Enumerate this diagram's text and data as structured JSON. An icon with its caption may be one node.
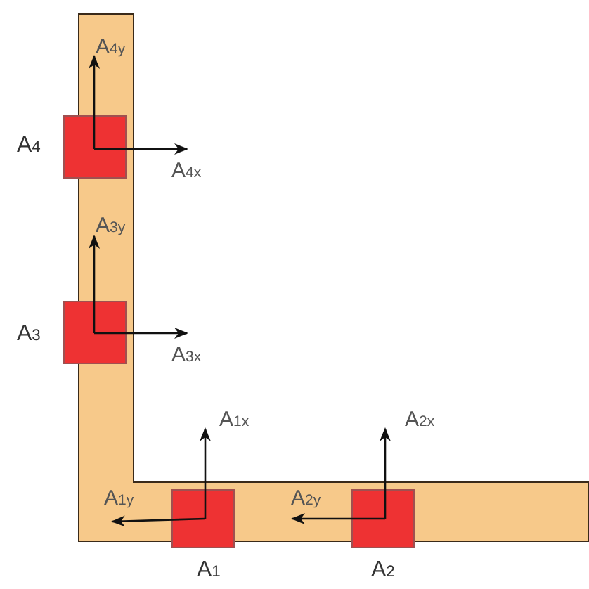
{
  "diagram": {
    "nodes": [
      {
        "text": [
          "A$_{4}$"
        ]
      },
      {
        "text": [
          "A$_{3}$"
        ]
      },
      {
        "text": [
          "A$_{1}$"
        ]
      },
      {
        "text": [
          "A$_{2}$"
        ]
      }
    ],
    "labels": [
      "A$_{4y}$",
      "A$_{4x}$",
      "A$_{3y}$",
      "A$_{3x}$",
      "A$_{1x}$",
      "A$_{2x}$",
      "A$_{1y}$",
      "A$_{2y}$"
    ]
  }
}
